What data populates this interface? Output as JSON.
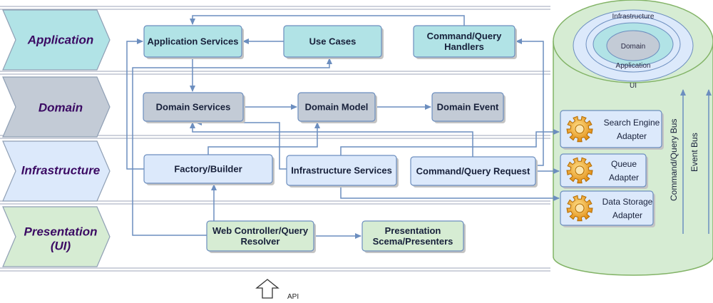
{
  "layers": [
    {
      "id": "application",
      "label": "Application",
      "color": "#b1e3e6"
    },
    {
      "id": "domain",
      "label": "Domain",
      "color": "#c3cbd6"
    },
    {
      "id": "infrastructure",
      "label": "Infrastructure",
      "color": "#dce9fb"
    },
    {
      "id": "presentation",
      "label": [
        "Presentation",
        "(UI)"
      ],
      "color": "#d6ecd3"
    }
  ],
  "boxes": {
    "app_services": [
      "Application Services"
    ],
    "use_cases": [
      "Use Cases"
    ],
    "cq_handlers": [
      "Command/Query",
      "Handlers"
    ],
    "domain_services": [
      "Domain Services"
    ],
    "domain_model": [
      "Domain Model"
    ],
    "domain_event": [
      "Domain Event"
    ],
    "factory_builder": [
      "Factory/Builder"
    ],
    "infra_services": [
      "Infrastructure Services"
    ],
    "cq_request": [
      "Command/Query Request"
    ],
    "web_controller": [
      "Web Controller/Query",
      "Resolver"
    ],
    "presentation_schema": [
      "Presentation",
      "Scema/Presenters"
    ]
  },
  "adapters": [
    {
      "id": "search",
      "label": [
        "Search Engine",
        "Adapter"
      ],
      "icon": "gear-icon"
    },
    {
      "id": "queue",
      "label": [
        "Queue",
        "Adapter"
      ],
      "icon": "gear-icon"
    },
    {
      "id": "storage",
      "label": [
        "Data Storage",
        "Adapter"
      ],
      "icon": "gear-icon"
    }
  ],
  "rings": {
    "outer": "UI",
    "second": "Infrastructure",
    "third": "Application",
    "core": "Domain"
  },
  "buses": {
    "command_query": "Command/Query Bus",
    "event": "Event Bus"
  },
  "api_label": "API",
  "colors": {
    "application": "#b1e3e6",
    "domain": "#c3cbd6",
    "infrastructure": "#dce9fb",
    "presentation": "#d6ecd3",
    "cylinder": "#d6ecd3",
    "cylinder_stroke": "#82b366",
    "arrow": "#6c8ebf",
    "layer_text": "#3b0a63",
    "gear": "#f0a81e"
  }
}
